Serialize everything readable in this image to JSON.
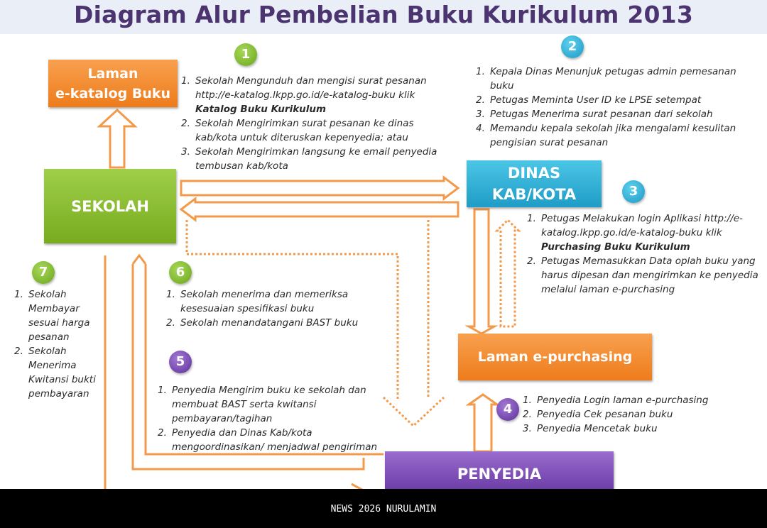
{
  "title": "Diagram Alur Pembelian Buku Kurikulum 2013",
  "nodes": {
    "ekatalog": [
      "Laman",
      "e-katalog Buku"
    ],
    "sekolah": "SEKOLAH",
    "dinas": [
      "DINAS",
      "KAB/KOTA"
    ],
    "epurchasing": "Laman e-purchasing",
    "penyedia": "PENYEDIA"
  },
  "badges": [
    "1",
    "2",
    "3",
    "4",
    "5",
    "6",
    "7"
  ],
  "steps": {
    "s1": [
      {
        "n": "1.",
        "text": "Sekolah Mengunduh dan mengisi surat pesanan http://e-katalog.lkpp.go.id/e-katalog-buku klik",
        "bold": "Katalog Buku Kurikulum"
      },
      {
        "n": "2.",
        "text": "Sekolah Mengirimkan surat pesanan ke dinas kab/kota untuk diteruskan kepenyedia; atau"
      },
      {
        "n": "3.",
        "text": "Sekolah Mengirimkan langsung ke email penyedia tembusan kab/kota"
      }
    ],
    "s2": [
      {
        "n": "1.",
        "text": "Kepala Dinas Menunjuk petugas admin pemesanan buku"
      },
      {
        "n": "2.",
        "text": "Petugas Meminta User ID ke LPSE setempat"
      },
      {
        "n": "3.",
        "text": "Petugas Menerima surat pesanan dari sekolah"
      },
      {
        "n": "4.",
        "text": "Memandu kepala sekolah jika mengalami kesulitan pengisian surat pesanan"
      }
    ],
    "s3": [
      {
        "n": "1.",
        "text": "Petugas Melakukan login Aplikasi http://e-katalog.lkpp.go.id/e-katalog-buku klik",
        "bold": "Purchasing Buku Kurikulum"
      },
      {
        "n": "2.",
        "text": "Petugas Memasukkan Data oplah buku yang harus dipesan dan mengirimkan ke penyedia melalui laman e-purchasing"
      }
    ],
    "s4": [
      {
        "n": "1.",
        "text": "Penyedia Login laman e-purchasing"
      },
      {
        "n": "2.",
        "text": "Penyedia Cek  pesanan buku"
      },
      {
        "n": "3.",
        "text": "Penyedia Mencetak buku"
      }
    ],
    "s5": [
      {
        "n": "1.",
        "text": "Penyedia Mengirim buku ke sekolah dan membuat BAST serta kwitansi pembayaran/tagihan"
      },
      {
        "n": "2.",
        "text": "Penyedia dan Dinas Kab/kota mengoordinasikan/ menjadwal pengiriman"
      }
    ],
    "s6": [
      {
        "n": "1.",
        "text": "Sekolah menerima dan memeriksa kesesuaian spesifikasi buku"
      },
      {
        "n": "2.",
        "text": "Sekolah menandatangani BAST buku"
      }
    ],
    "s7": [
      {
        "n": "1.",
        "text": "Sekolah Membayar sesuai harga pesanan"
      },
      {
        "n": "2.",
        "text": "Sekolah Menerima Kwitansi bukti pembayaran"
      }
    ]
  },
  "colors": {
    "orange": "#ee7c1b",
    "green": "#78ab1f",
    "cyan": "#1f9cc7",
    "purple": "#6d3fa8",
    "arrow": "#f29a4a",
    "title": "#4b3470"
  },
  "footer": "NEWS 2026 NURULAMIN"
}
